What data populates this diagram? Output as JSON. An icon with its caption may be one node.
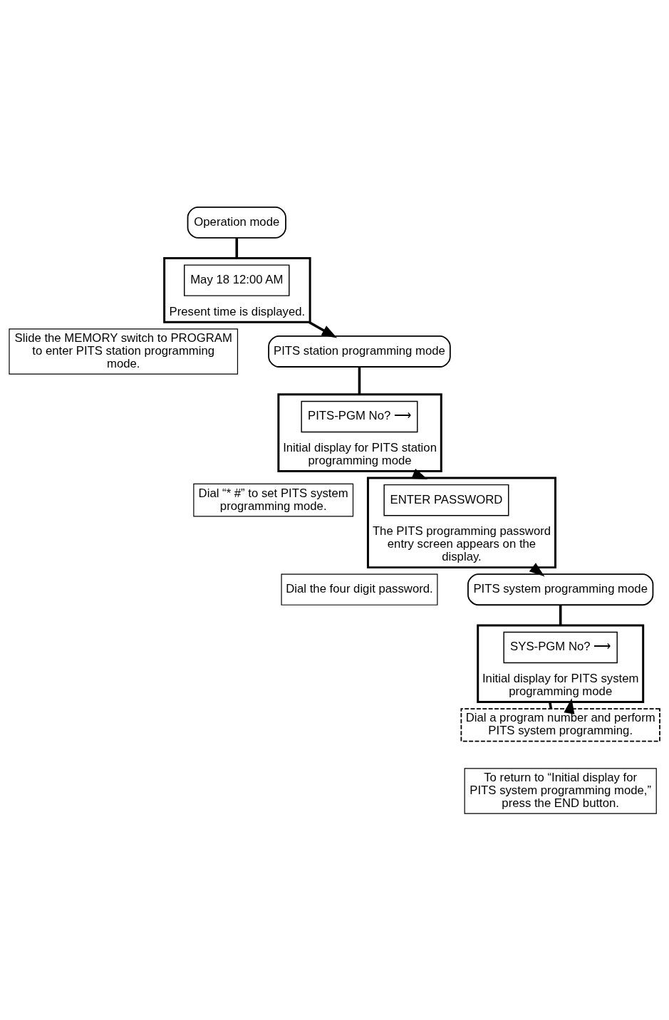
{
  "diagram": {
    "nodes": [
      {
        "text": [
          "Operation mode"
        ]
      },
      {
        "text": [
          "Present time is displayed."
        ]
      },
      {
        "text": [
          "May 18 12:00 AM"
        ],
        "in": 1
      },
      {
        "text": [
          "Slide the MEMORY switch to PROGRAM to enter PITS station programming mode."
        ]
      },
      {
        "text": [
          "PITS station programming mode"
        ]
      },
      {
        "text": [
          "Initial display for PITS station programming mode"
        ]
      },
      {
        "text": [
          "PITS-PGM No? ⟶"
        ],
        "in": 5
      },
      {
        "text": [
          "Dial “* #” to set PITS system programming mode."
        ]
      },
      {
        "text": [
          "The PITS programming password entry screen appears on the display."
        ]
      },
      {
        "text": [
          "ENTER PASSWORD"
        ],
        "in": 8
      },
      {
        "text": [
          "Dial the four digit password."
        ]
      },
      {
        "text": [
          "PITS system programming mode"
        ]
      },
      {
        "text": [
          "Initial display for PITS system programming mode"
        ]
      },
      {
        "text": [
          "SYS-PGM No? ⟶"
        ],
        "in": 12
      },
      {
        "text": [
          "Dial a program number and perform PITS system programming."
        ]
      },
      {
        "text": [
          "To return to “Initial display for PITS system programming mode,” press the END button."
        ]
      }
    ],
    "edges": [
      {
        "from": 0,
        "to": 1,
        "arrow": "none"
      },
      {
        "from": 1,
        "to": 4,
        "arrow": "to"
      },
      {
        "from": 4,
        "to": 5,
        "arrow": "none"
      },
      {
        "from": 5,
        "to": 8,
        "arrow": "to"
      },
      {
        "from": 8,
        "to": 11,
        "arrow": "to"
      },
      {
        "from": 11,
        "to": 12,
        "arrow": "none"
      },
      {
        "from": 12,
        "to": 14,
        "arrow": "none"
      },
      {
        "from": 14,
        "to": 12,
        "arrow": "to"
      }
    ]
  }
}
